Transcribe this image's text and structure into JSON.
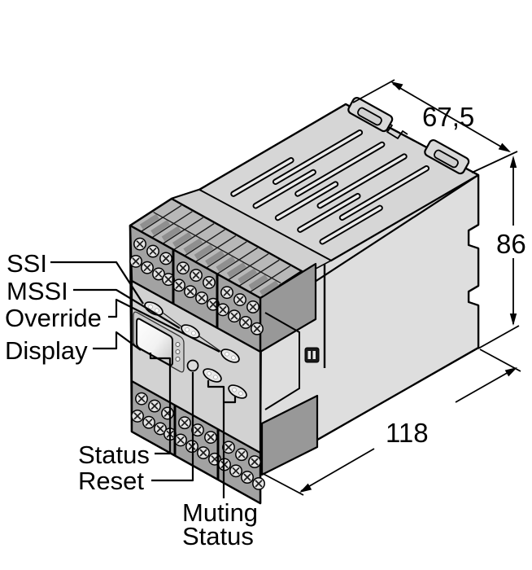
{
  "callouts": {
    "ssi": "SSI",
    "mssi": "MSSI",
    "override": "Override",
    "display": "Display",
    "status": "Status",
    "reset": "Reset",
    "muting_line1": "Muting",
    "muting_line2": "Status"
  },
  "dimensions": {
    "width": "67,5",
    "height": "86",
    "depth": "118"
  },
  "colors": {
    "background": "#ffffff",
    "outline": "#000000",
    "housing_light": "#dedede",
    "housing_top": "#d6d6d6",
    "terminal_front": "#a2a2a2",
    "terminal_side": "#989898",
    "comb_top": "#b8b8b8",
    "front_panel": "#d2d2d2",
    "led_fill": "#e8e8e8",
    "display_fill": "#ffffff"
  }
}
